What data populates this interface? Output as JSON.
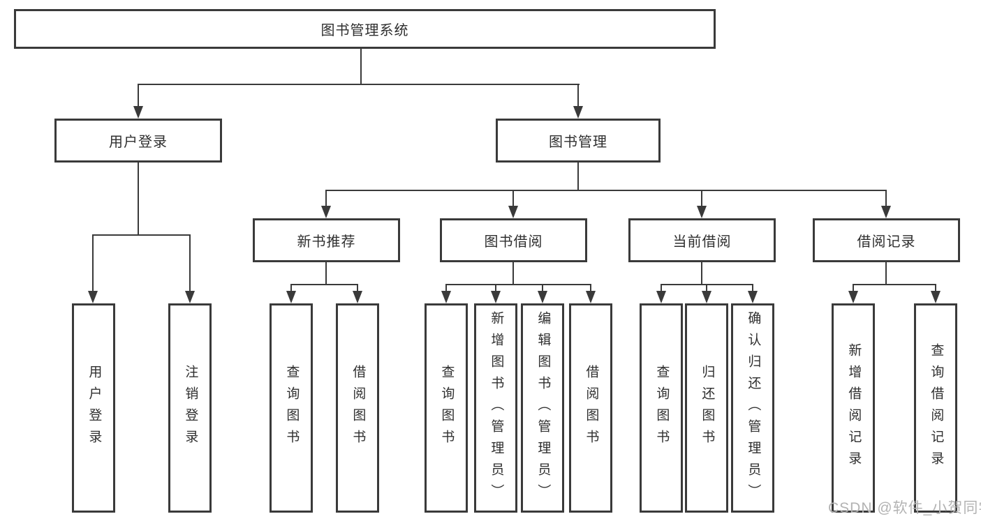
{
  "diagram": {
    "root": "图书管理系统",
    "branches": [
      {
        "label": "用户登录",
        "children": [
          {
            "label": "用户登录"
          },
          {
            "label": "注销登录"
          }
        ]
      },
      {
        "label": "图书管理",
        "children": [
          {
            "label": "新书推荐",
            "children": [
              {
                "label": "查询图书"
              },
              {
                "label": "借阅图书"
              }
            ]
          },
          {
            "label": "图书借阅",
            "children": [
              {
                "label": "查询图书"
              },
              {
                "label": "新增图书（管理员）"
              },
              {
                "label": "编辑图书（管理员）"
              },
              {
                "label": "借阅图书"
              }
            ]
          },
          {
            "label": "当前借阅",
            "children": [
              {
                "label": "查询图书"
              },
              {
                "label": "归还图书"
              },
              {
                "label": "确认归还（管理员）"
              }
            ]
          },
          {
            "label": "借阅记录",
            "children": [
              {
                "label": "新增借阅记录"
              },
              {
                "label": "查询借阅记录"
              }
            ]
          }
        ]
      }
    ]
  },
  "watermark": "CSDN @软件_小贺同学",
  "colors": {
    "line": "#3a3a3a",
    "text": "#2f2f2f",
    "box_background": "#ffffff",
    "background": "#ffffff",
    "watermark": "#b3b3b3"
  }
}
